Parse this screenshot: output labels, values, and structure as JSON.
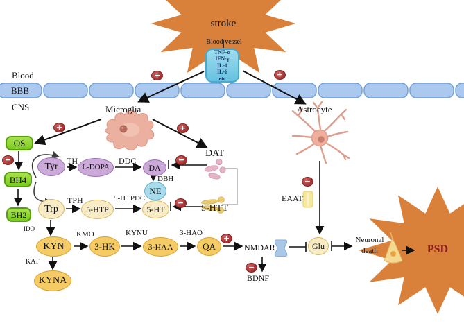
{
  "palette": {
    "bbb_cell": "#ABC9EF",
    "bbb_border": "#6FA0D8",
    "green_node": "#7CCB1F",
    "purple_node": "#CBA9D8",
    "blue_node": "#A8DBEC",
    "cream_node": "#F8ECC6",
    "gold_node": "#F5CB66",
    "starburst": "#F2A45C",
    "starburst_border": "#D9813B",
    "sign_red": "#9E2F2F",
    "vessel_blue": "#66C2E0",
    "psd_text": "#8B1A1A"
  },
  "signs": {
    "plus": "+",
    "minus": "−"
  },
  "regions": {
    "blood": "Blood",
    "bbb": "BBB",
    "cns": "CNS"
  },
  "stroke_burst": {
    "label": "stroke"
  },
  "blood_vessel": {
    "label": "Blood vessel",
    "cytokines": [
      "TNF-α",
      "IFN-γ",
      "IL-1",
      "IL-6",
      "etc"
    ]
  },
  "cells": {
    "microglia": "Microglia",
    "astrocyte": "Astrocyte"
  },
  "metabolites": {
    "os": "OS",
    "bh4": "BH4",
    "bh2": "BH2",
    "tyr": "Tyr",
    "l_dopa": "L-DOPA",
    "da": "DA",
    "ne": "NE",
    "trp": "Trp",
    "htp5": "5-HTP",
    "ht5": "5-HT",
    "kyn": "KYN",
    "hk3": "3-HK",
    "haa3": "3-HAA",
    "qa": "QA",
    "kyna": "KYNA",
    "glu": "Glu"
  },
  "enzymes": {
    "th": "TH",
    "ddc": "DDC",
    "dbh": "DBH",
    "tph": "TPH",
    "htpdc5": "5-HTPDC",
    "ido": "IDO",
    "kmo": "KMO",
    "kynu": "KYNU",
    "hao3": "3-HAO",
    "kat": "KAT"
  },
  "transporters": {
    "dat": "DAT",
    "htt5": "5-HTT",
    "eaat": "EAAT",
    "nmdar": "NMDAR"
  },
  "outcomes": {
    "bdnf": "BDNF",
    "neuronal_line1": "Neuronal",
    "neuronal_line2": "death",
    "psd": "PSD"
  }
}
